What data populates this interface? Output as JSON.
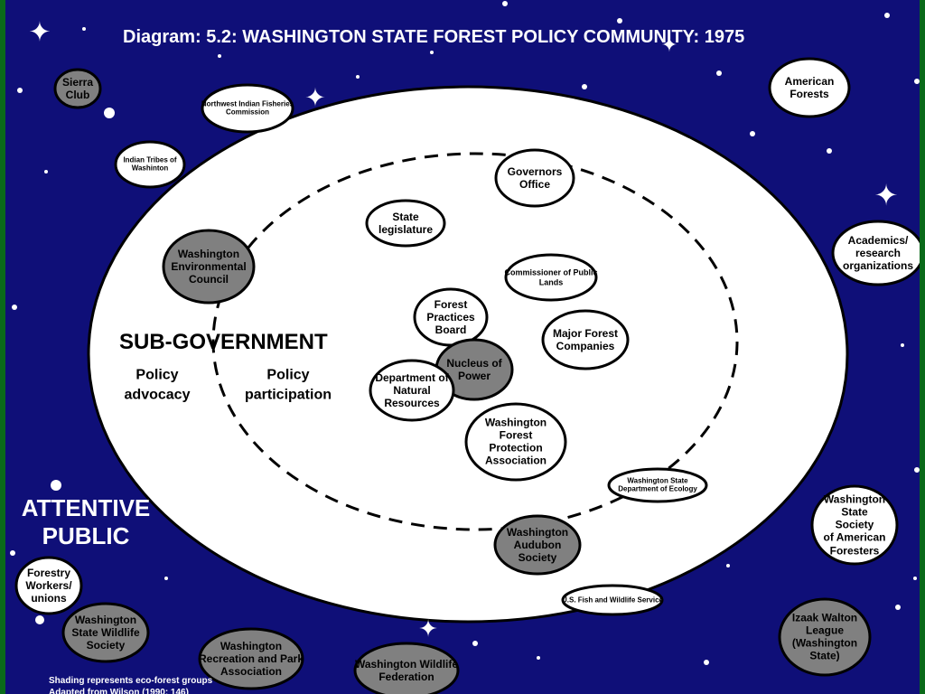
{
  "title": "Diagram: 5.2: WASHINGTON STATE FOREST POLICY COMMUNITY: 1975",
  "labels": {
    "sub_government": "SUB-GOVERNMENT",
    "policy_advocacy": "Policy\nadvocacy",
    "policy_participation": "Policy\nparticipation",
    "attentive_public": "ATTENTIVE\nPUBLIC"
  },
  "footnote": "Shading represents eco-forest groups\nAdapted from Wilson (1990: 146)",
  "colors": {
    "background": "#0f0f78",
    "border": "#0a6a1a",
    "shaded_group": "#808080",
    "plain_group": "#ffffff"
  },
  "nodes": [
    {
      "id": "sierra-club",
      "label": "Sierra\nClub",
      "shaded": true
    },
    {
      "id": "northwest-indian-fisheries-commission",
      "label": "Northwest Indian Fisheries\nCommission",
      "shaded": false
    },
    {
      "id": "indian-tribes",
      "label": "Indian Tribes of\nWashinton",
      "shaded": false
    },
    {
      "id": "american-forests",
      "label": "American\nForests",
      "shaded": false
    },
    {
      "id": "governors-office",
      "label": "Governors\nOffice",
      "shaded": false
    },
    {
      "id": "state-legislature",
      "label": "State\nlegislature",
      "shaded": false
    },
    {
      "id": "academics-research",
      "label": "Academics/  research\norganizations",
      "shaded": false
    },
    {
      "id": "washington-environmental-council",
      "label": "Washington\nEnvironmental\nCouncil",
      "shaded": true
    },
    {
      "id": "commissioner-of-public-lands",
      "label": "Commissioner of Public\nLands",
      "shaded": false
    },
    {
      "id": "forest-practices-board",
      "label": "Forest\nPractices\nBoard",
      "shaded": false
    },
    {
      "id": "major-forest-companies",
      "label": "Major Forest\nCompanies",
      "shaded": false
    },
    {
      "id": "nucleus-of-power",
      "label": "Nucleus of\nPower",
      "shaded": true
    },
    {
      "id": "department-of-natural-resources",
      "label": "Department of\nNatural\nResources",
      "shaded": false
    },
    {
      "id": "washington-forest-protection-association",
      "label": "Washington\nForest\nProtection\nAssociation",
      "shaded": false
    },
    {
      "id": "washington-state-department-of-ecology",
      "label": "Washington State\nDepartment of Ecology",
      "shaded": false
    },
    {
      "id": "washington-state-society-of-american-foresters",
      "label": "Washington\nState Society\nof American\nForesters",
      "shaded": false
    },
    {
      "id": "washington-audubon-society",
      "label": "Washington\nAudubon\nSociety",
      "shaded": true
    },
    {
      "id": "forestry-workers-unions",
      "label": "Forestry\nWorkers/\nunions",
      "shaded": false
    },
    {
      "id": "us-fish-and-wildlife-service",
      "label": "U.S. Fish and Wildlife Service",
      "shaded": false
    },
    {
      "id": "izaak-walton-league",
      "label": "Izaak Walton\nLeague\n(Washington State)",
      "shaded": true
    },
    {
      "id": "washington-state-wildlife-society",
      "label": "Washington\nState Wildlife\nSociety",
      "shaded": true
    },
    {
      "id": "washington-recreation-and-park-association",
      "label": "Washington\nRecreation and Park\nAssociation",
      "shaded": true
    },
    {
      "id": "washington-wildlife-federation",
      "label": "Washington Wildlife\nFederation",
      "shaded": true
    }
  ]
}
